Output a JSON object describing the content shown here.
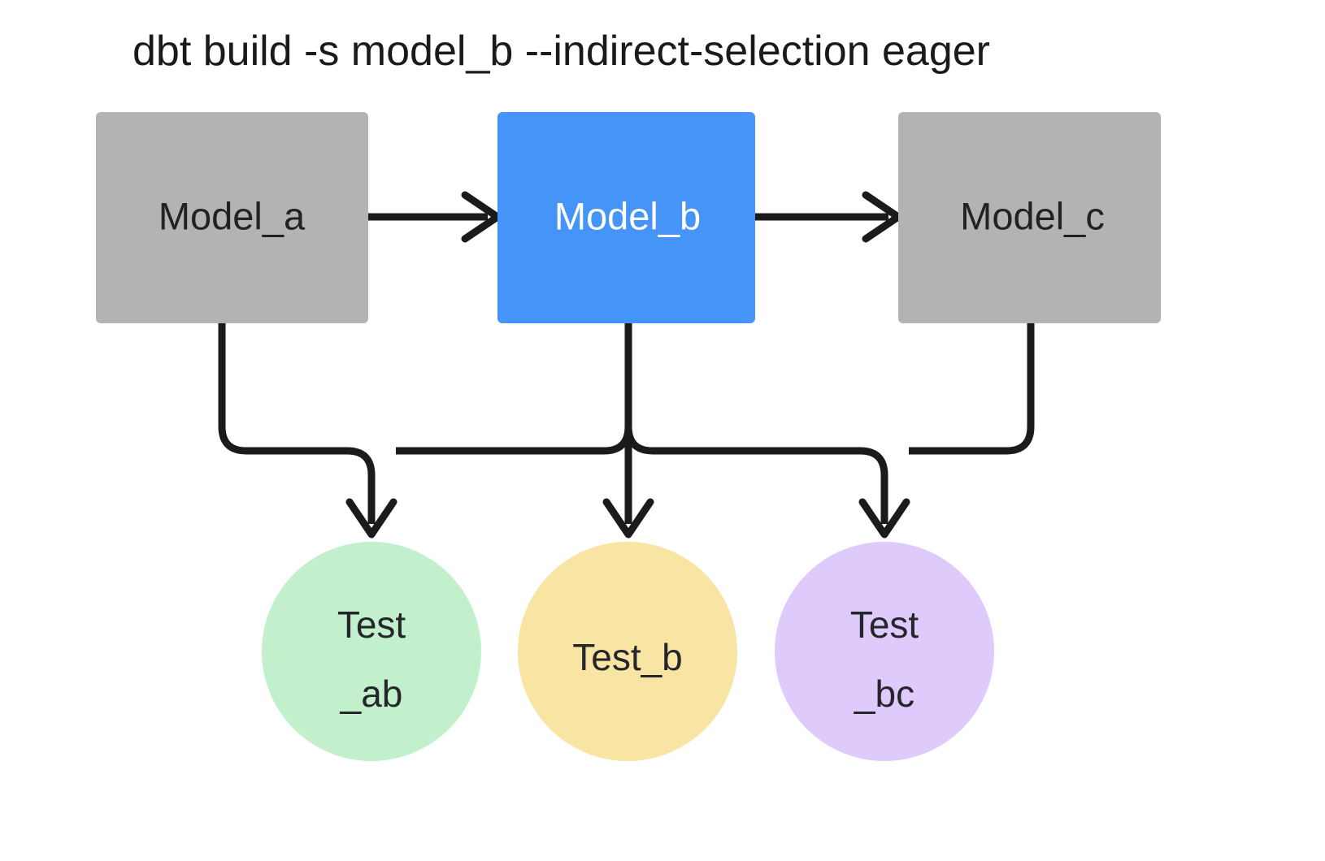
{
  "diagram": {
    "title": "dbt build -s model_b --indirect-selection eager",
    "background_color": "#ffffff",
    "edge_color": "#1b1b1b",
    "models": [
      {
        "id": "model_a",
        "label": "Model_a",
        "shape": "rectangle",
        "fill": "#b3b3b3",
        "text_color": "#222222",
        "selected": false
      },
      {
        "id": "model_b",
        "label": "Model_b",
        "shape": "rectangle",
        "fill": "#4594f7",
        "text_color": "#ffffff",
        "selected": true
      },
      {
        "id": "model_c",
        "label": "Model_c",
        "shape": "rectangle",
        "fill": "#b3b3b3",
        "text_color": "#222222",
        "selected": false
      }
    ],
    "tests": [
      {
        "id": "test_ab",
        "label_line1": "Test",
        "label_line2": "_ab",
        "shape": "circle",
        "fill": "#c2f0cc",
        "text_color": "#25262b"
      },
      {
        "id": "test_b",
        "label_line1": "Test_b",
        "label_line2": "",
        "shape": "circle",
        "fill": "#f8e4a3",
        "text_color": "#25262b"
      },
      {
        "id": "test_bc",
        "label_line1": "Test",
        "label_line2": "_bc",
        "shape": "circle",
        "fill": "#decbfb",
        "text_color": "#25262b"
      }
    ],
    "edges": [
      {
        "from": "model_a",
        "to": "model_b",
        "style": "arrow"
      },
      {
        "from": "model_b",
        "to": "model_c",
        "style": "arrow"
      },
      {
        "from": "model_a",
        "to": "test_ab",
        "style": "arrow"
      },
      {
        "from": "model_b",
        "to": "test_ab",
        "style": "arrow"
      },
      {
        "from": "model_b",
        "to": "test_b",
        "style": "arrow"
      },
      {
        "from": "model_b",
        "to": "test_bc",
        "style": "arrow"
      },
      {
        "from": "model_c",
        "to": "test_bc",
        "style": "arrow"
      }
    ]
  }
}
